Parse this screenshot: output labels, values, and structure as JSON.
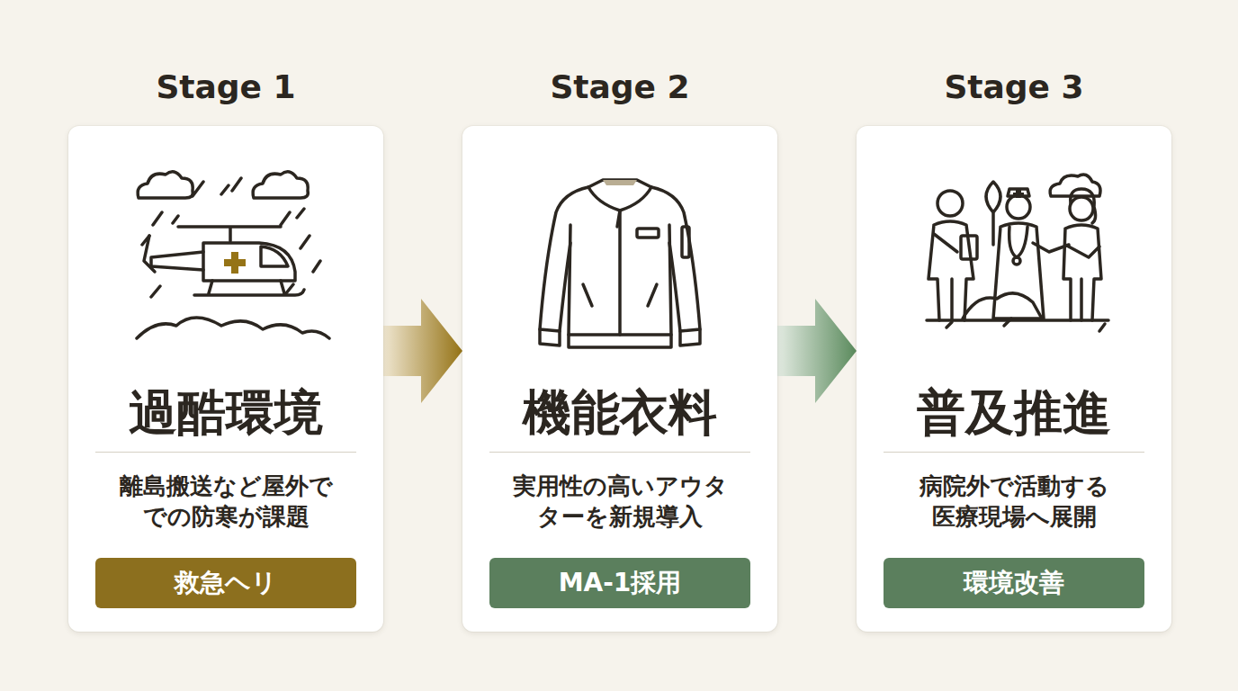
{
  "diagram": {
    "nodes": [
      {
        "text": [
          "Stage 1",
          "過酷環境",
          "離島搬送など屋外で での防寒が課題"
        ]
      },
      {
        "text": [
          "救急ヘリ"
        ],
        "in": 0
      },
      {
        "text": [
          "Stage 2",
          "機能衣料",
          "実用性の高いアウタ ターを新規導入"
        ]
      },
      {
        "text": [
          "MA-1採用"
        ],
        "in": 2
      },
      {
        "text": [
          "Stage 3",
          "普及推進",
          "病院外で活動する 医療現場へ展開"
        ]
      },
      {
        "text": [
          "環境改善"
        ],
        "in": 4
      }
    ],
    "edges": [
      {
        "from": 0,
        "to": 2,
        "arrow": "to"
      },
      {
        "from": 2,
        "to": 4,
        "arrow": "to"
      }
    ]
  }
}
